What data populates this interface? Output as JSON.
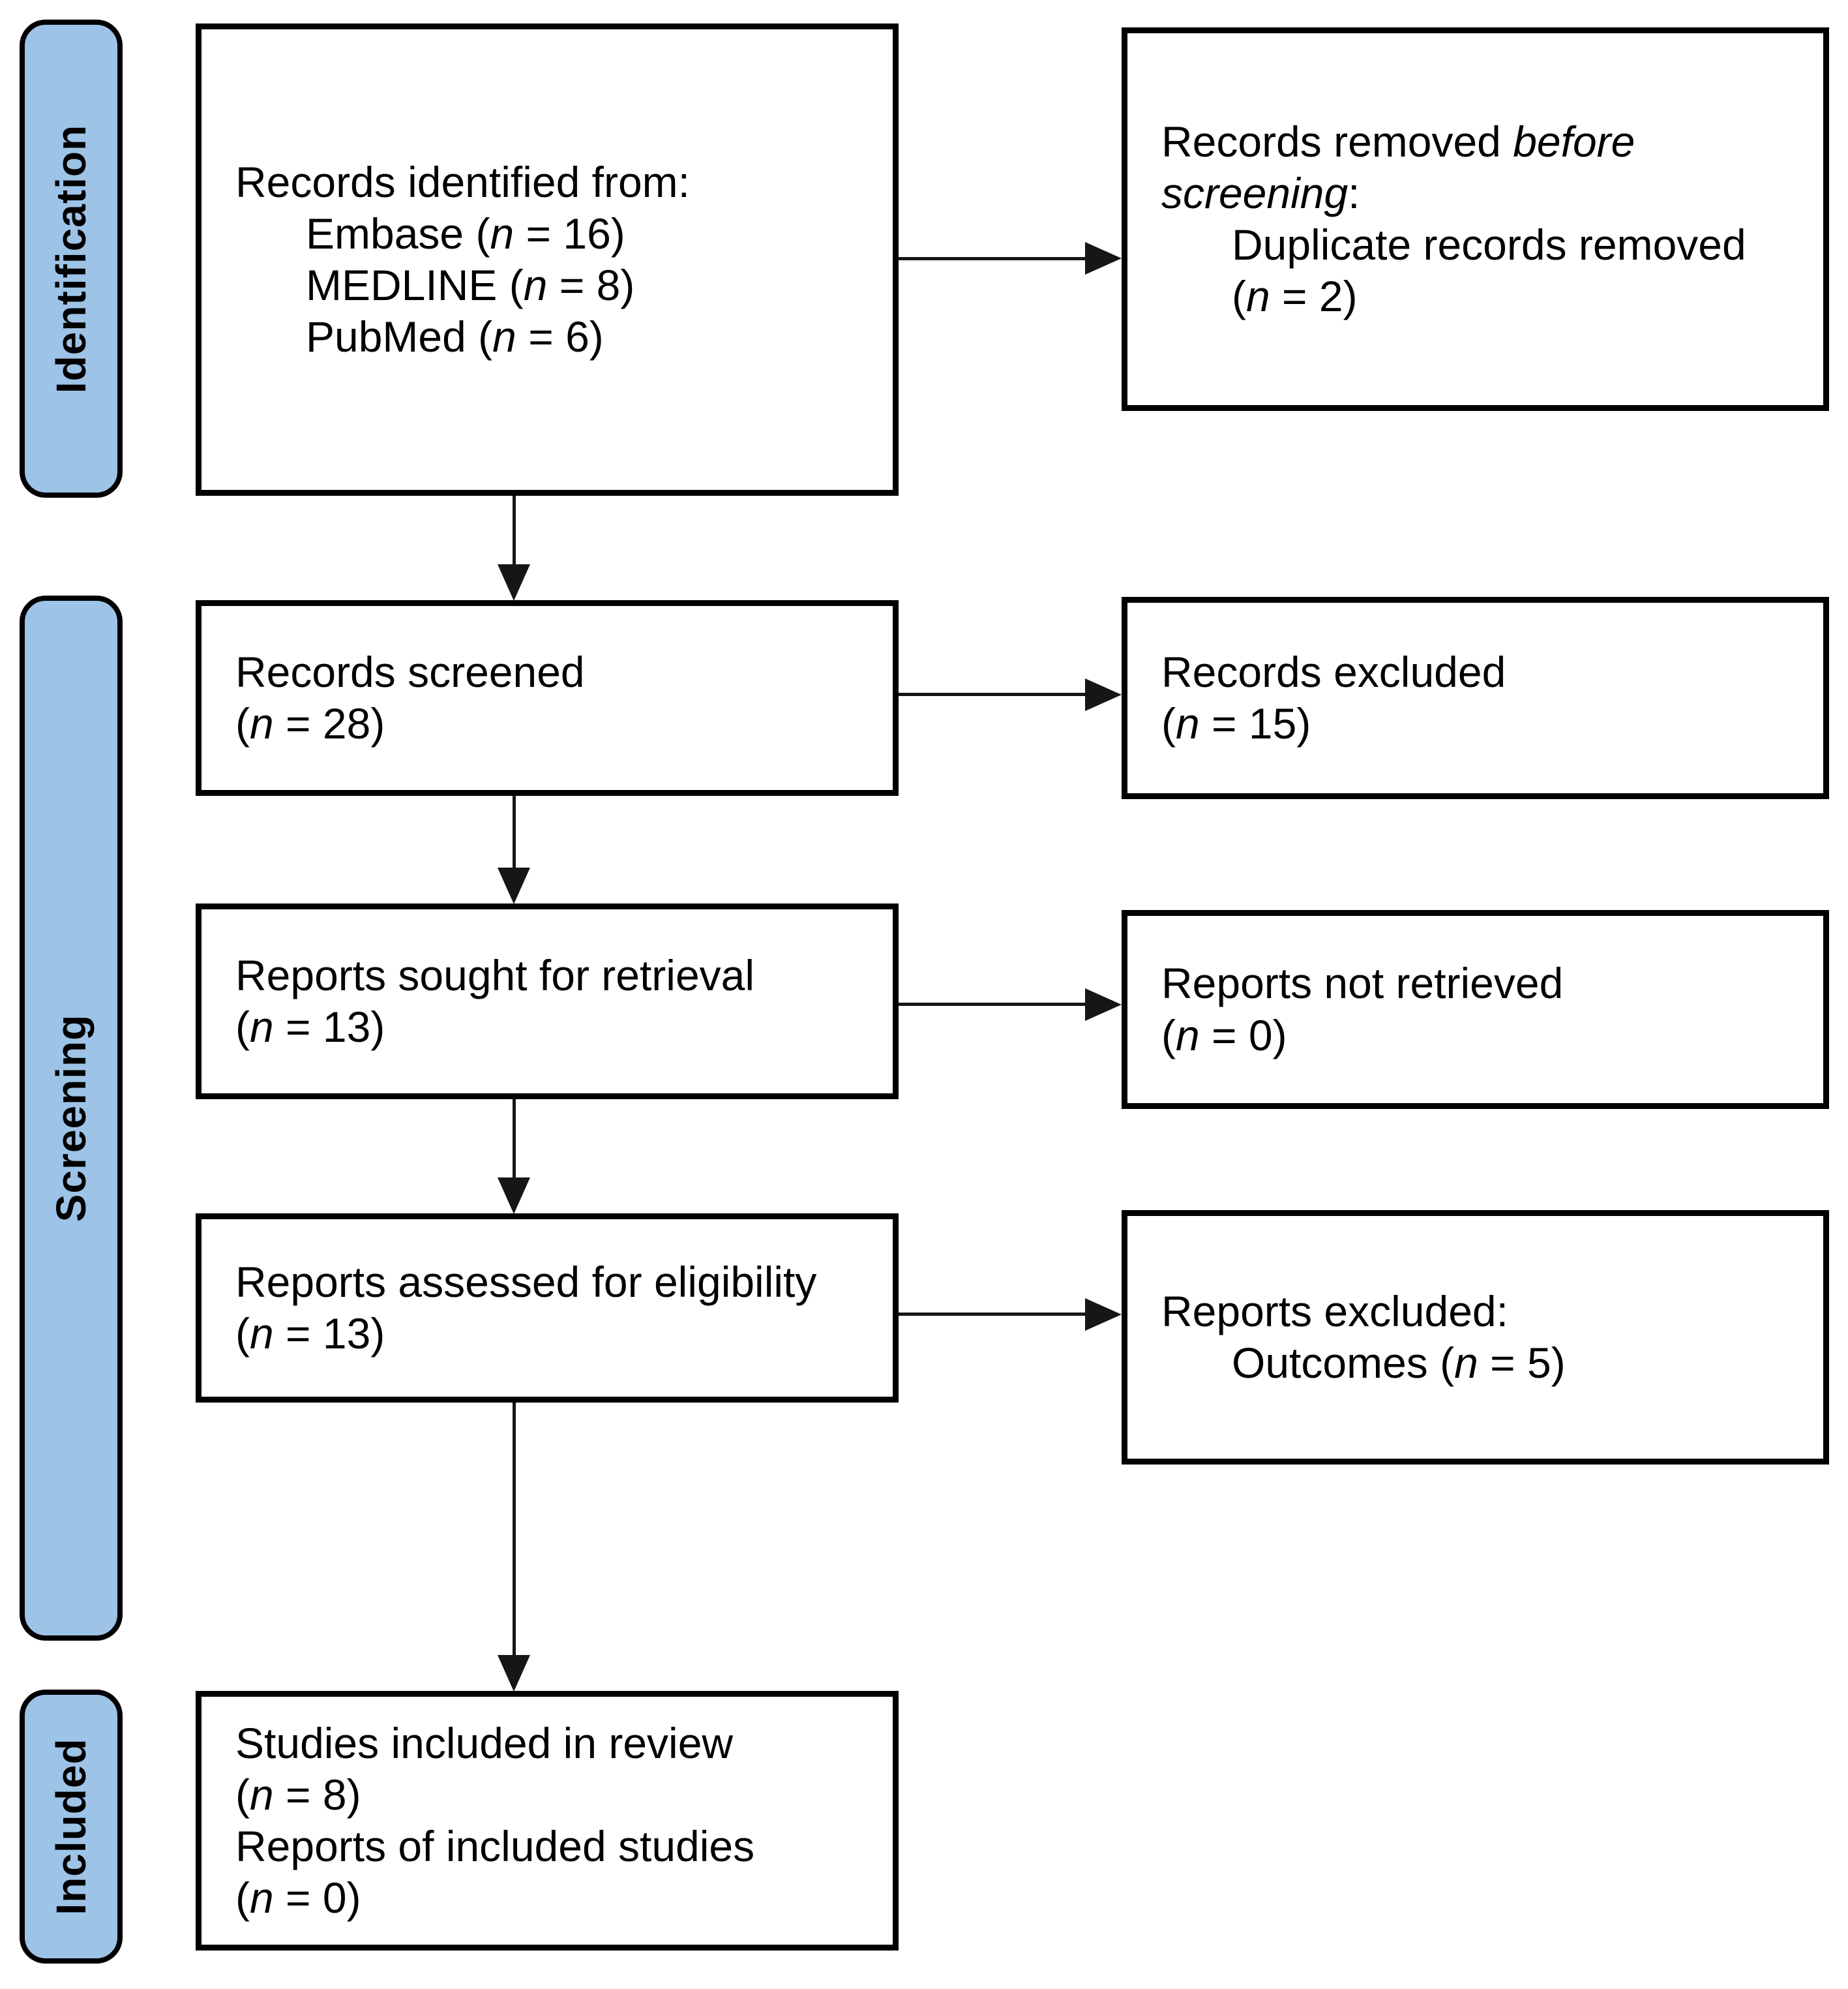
{
  "colors": {
    "bar_fill": "#9DC3E6",
    "border": "#000000",
    "arrow": "#161616"
  },
  "sidebar": {
    "items": [
      {
        "label": "Identification"
      },
      {
        "label": "Screening"
      },
      {
        "label": "Included"
      }
    ]
  },
  "boxes": {
    "identified": {
      "lines": [
        {
          "segs": [
            {
              "t": "Records identified from:"
            }
          ]
        },
        {
          "indent": true,
          "segs": [
            {
              "t": "Embase ("
            },
            {
              "t": "n",
              "italic": true
            },
            {
              "t": " = 16)"
            }
          ]
        },
        {
          "indent": true,
          "segs": [
            {
              "t": "MEDLINE ("
            },
            {
              "t": "n",
              "italic": true
            },
            {
              "t": " = 8)"
            }
          ]
        },
        {
          "indent": true,
          "segs": [
            {
              "t": "PubMed ("
            },
            {
              "t": "n",
              "italic": true
            },
            {
              "t": " = 6)"
            }
          ]
        }
      ]
    },
    "removed_before_screening": {
      "lines": [
        {
          "segs": [
            {
              "t": "Records removed "
            },
            {
              "t": "before",
              "italic": true
            }
          ]
        },
        {
          "segs": [
            {
              "t": "screening",
              "italic": true
            },
            {
              "t": ":"
            }
          ]
        },
        {
          "indent": true,
          "segs": [
            {
              "t": "Duplicate records removed"
            }
          ]
        },
        {
          "indent": true,
          "segs": [
            {
              "t": "("
            },
            {
              "t": "n",
              "italic": true
            },
            {
              "t": " = 2)"
            }
          ]
        }
      ]
    },
    "screened": {
      "lines": [
        {
          "segs": [
            {
              "t": "Records screened"
            }
          ]
        },
        {
          "segs": [
            {
              "t": "("
            },
            {
              "t": "n",
              "italic": true
            },
            {
              "t": " = 28)"
            }
          ]
        }
      ]
    },
    "records_excluded": {
      "lines": [
        {
          "segs": [
            {
              "t": "Records excluded"
            }
          ]
        },
        {
          "segs": [
            {
              "t": "("
            },
            {
              "t": "n",
              "italic": true
            },
            {
              "t": " = 15)"
            }
          ]
        }
      ]
    },
    "sought": {
      "lines": [
        {
          "segs": [
            {
              "t": "Reports sought for retrieval"
            }
          ]
        },
        {
          "segs": [
            {
              "t": "("
            },
            {
              "t": "n",
              "italic": true
            },
            {
              "t": " = 13)"
            }
          ]
        }
      ]
    },
    "not_retrieved": {
      "lines": [
        {
          "segs": [
            {
              "t": "Reports not retrieved"
            }
          ]
        },
        {
          "segs": [
            {
              "t": "("
            },
            {
              "t": "n",
              "italic": true
            },
            {
              "t": " = 0)"
            }
          ]
        }
      ]
    },
    "assessed": {
      "lines": [
        {
          "segs": [
            {
              "t": "Reports assessed for eligibility"
            }
          ]
        },
        {
          "segs": [
            {
              "t": "("
            },
            {
              "t": "n",
              "italic": true
            },
            {
              "t": " = 13)"
            }
          ]
        }
      ]
    },
    "reports_excluded": {
      "lines": [
        {
          "segs": [
            {
              "t": "Reports excluded:"
            }
          ]
        },
        {
          "indent": true,
          "segs": [
            {
              "t": "Outcomes ("
            },
            {
              "t": "n",
              "italic": true
            },
            {
              "t": " = 5)"
            }
          ]
        }
      ]
    },
    "included_in_review": {
      "lines": [
        {
          "segs": [
            {
              "t": "Studies included in review"
            }
          ]
        },
        {
          "segs": [
            {
              "t": "("
            },
            {
              "t": "n",
              "italic": true
            },
            {
              "t": " = 8)"
            }
          ]
        },
        {
          "segs": [
            {
              "t": "Reports of included studies"
            }
          ]
        },
        {
          "segs": [
            {
              "t": "("
            },
            {
              "t": "n",
              "italic": true
            },
            {
              "t": " = 0)"
            }
          ]
        }
      ]
    }
  }
}
